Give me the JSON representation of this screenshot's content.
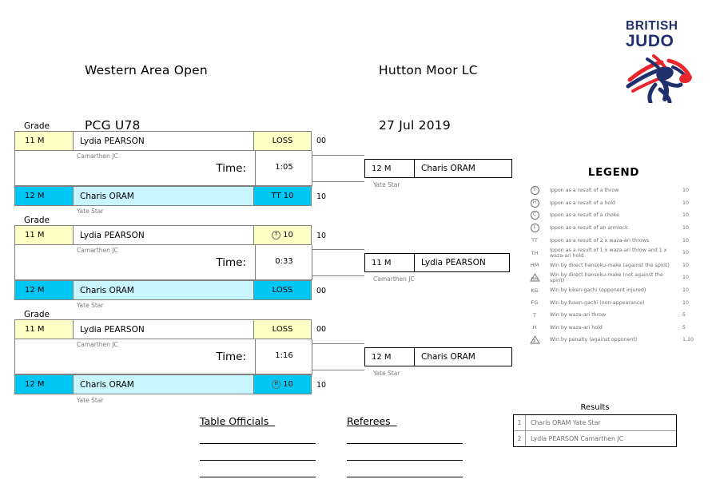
{
  "header": {
    "event_name": "Western Area Open",
    "category": "PCG U78",
    "venue": "Hutton Moor LC",
    "date": "27 Jul 2019"
  },
  "logo": {
    "line1": "BRITISH",
    "line2": "JUDO",
    "navy": "#20306b",
    "red": "#e8262c"
  },
  "grade_label": "Grade",
  "time_label": "Time:",
  "matches": [
    {
      "top": {
        "grade": "11 M",
        "name": "Lydia PEARSON",
        "club": "Camarthen JC",
        "result": "LOSS",
        "icon": "",
        "score": "00",
        "color": "yellow"
      },
      "bottom": {
        "grade": "12 M",
        "name": "Charis ORAM",
        "club": "Yate Star",
        "result": "TT 10",
        "icon": "",
        "score": "10",
        "color": "cyan"
      },
      "time": "1:05",
      "winner": {
        "grade": "12 M",
        "name": "Charis ORAM",
        "club": "Yate Star"
      }
    },
    {
      "top": {
        "grade": "11 M",
        "name": "Lydia PEARSON",
        "club": "Camarthen JC",
        "result": "10",
        "icon": "T",
        "score": "10",
        "color": "yellow"
      },
      "bottom": {
        "grade": "12 M",
        "name": "Charis ORAM",
        "club": "Yate Star",
        "result": "LOSS",
        "icon": "",
        "score": "00",
        "color": "cyan"
      },
      "time": "0:33",
      "winner": {
        "grade": "11 M",
        "name": "Lydia PEARSON",
        "club": "Camarthen JC"
      }
    },
    {
      "top": {
        "grade": "11 M",
        "name": "Lydia PEARSON",
        "club": "Camarthen JC",
        "result": "LOSS",
        "icon": "",
        "score": "00",
        "color": "yellow"
      },
      "bottom": {
        "grade": "12 M",
        "name": "Charis ORAM",
        "club": "Yate Star",
        "result": "10",
        "icon": "H",
        "score": "10",
        "color": "cyan"
      },
      "time": "1:16",
      "winner": {
        "grade": "12 M",
        "name": "Charis ORAM",
        "club": "Yate Star"
      }
    }
  ],
  "legend": {
    "title": "LEGEND",
    "rows": [
      {
        "symbol": "T",
        "style": "circle",
        "desc": "Ippon as a result of a throw",
        "points": "10"
      },
      {
        "symbol": "H",
        "style": "circle",
        "desc": "Ippon as a result of a hold",
        "points": "10"
      },
      {
        "symbol": "C",
        "style": "circle",
        "desc": "Ippon as a result of a choke",
        "points": "10"
      },
      {
        "symbol": "L",
        "style": "circle",
        "desc": "Ippon as a result of an armlock",
        "points": "10"
      },
      {
        "symbol": "TT",
        "style": "plain",
        "desc": "Ippon as a result of 2 x waza-ari throws",
        "points": "10"
      },
      {
        "symbol": "TH",
        "style": "plain",
        "desc": "Ippon as a result of 1 x waza-ari throw and 1 x waza-ari hold",
        "points": "10"
      },
      {
        "symbol": "HM",
        "style": "plain",
        "desc": "Win by direct hansoku-make (against the spirit)",
        "points": "10"
      },
      {
        "symbol": "HM",
        "style": "triangle",
        "desc": "Win by direct hansoku-make (not against the spirit)",
        "points": "10"
      },
      {
        "symbol": "KG",
        "style": "plain",
        "desc": "Win by kiken-gachi (opponent injured)",
        "points": "10"
      },
      {
        "symbol": "FG",
        "style": "plain",
        "desc": "Win by fusen-gachi (non-appearance)",
        "points": "10"
      },
      {
        "symbol": "T",
        "style": "plain",
        "desc": "Win by waza-ari throw",
        "points": "5"
      },
      {
        "symbol": "H",
        "style": "plain",
        "desc": "Win by waza-ari hold",
        "points": "5"
      },
      {
        "symbol": "P",
        "style": "triangle",
        "desc": "Win by penalty (against opponent)",
        "points": "1,10"
      }
    ]
  },
  "signatures": {
    "table_officials": "Table Officials  ",
    "referees": "Referees  "
  },
  "results": {
    "title": "Results",
    "rows": [
      {
        "rank": "1",
        "name": "Charis ORAM Yate Star"
      },
      {
        "rank": "2",
        "name": "Lydia PEARSON Camarthen JC"
      }
    ]
  }
}
